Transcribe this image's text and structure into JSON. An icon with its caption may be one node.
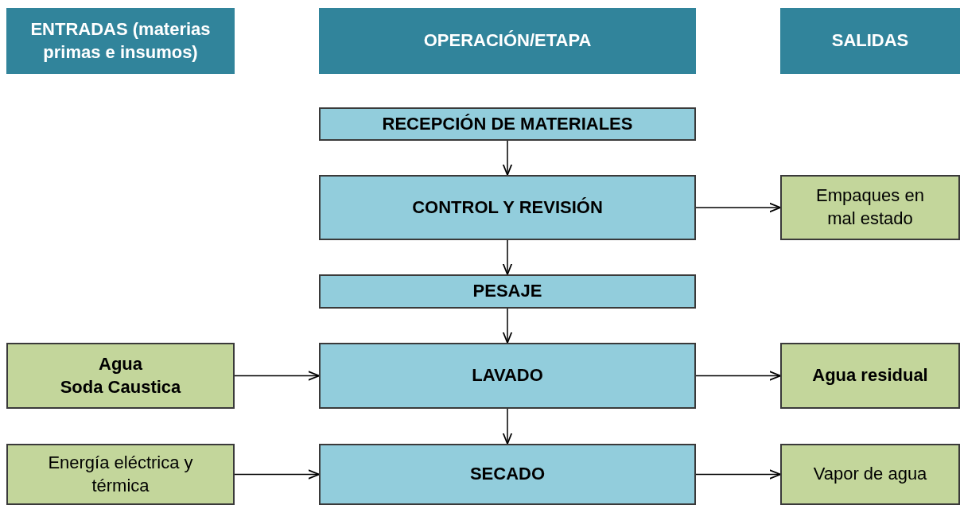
{
  "diagram": {
    "nodes": [
      {
        "text": [
          "ENTRADAS (materias primas e insumos)"
        ]
      },
      {
        "text": [
          "OPERACIÓN/ETAPA"
        ]
      },
      {
        "text": [
          "SALIDAS"
        ]
      },
      {
        "text": [
          "RECEPCIÓN DE MATERIALES"
        ]
      },
      {
        "text": [
          "CONTROL Y REVISIÓN"
        ]
      },
      {
        "text": [
          "Empaques en mal estado"
        ]
      },
      {
        "text": [
          "PESAJE"
        ]
      },
      {
        "text": [
          "Agua",
          "Soda Caustica"
        ]
      },
      {
        "text": [
          "LAVADO"
        ]
      },
      {
        "text": [
          "Agua residual"
        ]
      },
      {
        "text": [
          "Energía eléctrica y térmica"
        ]
      },
      {
        "text": [
          "SECADO"
        ]
      },
      {
        "text": [
          "Vapor de agua"
        ]
      }
    ],
    "edges": [
      {
        "from": 3,
        "to": 4,
        "arrow": "to"
      },
      {
        "from": 4,
        "to": 5,
        "arrow": "to"
      },
      {
        "from": 4,
        "to": 6,
        "arrow": "to"
      },
      {
        "from": 6,
        "to": 8,
        "arrow": "to"
      },
      {
        "from": 7,
        "to": 8,
        "arrow": "to"
      },
      {
        "from": 8,
        "to": 9,
        "arrow": "to"
      },
      {
        "from": 8,
        "to": 11,
        "arrow": "to"
      },
      {
        "from": 10,
        "to": 11,
        "arrow": "to"
      },
      {
        "from": 11,
        "to": 12,
        "arrow": "to"
      }
    ]
  }
}
